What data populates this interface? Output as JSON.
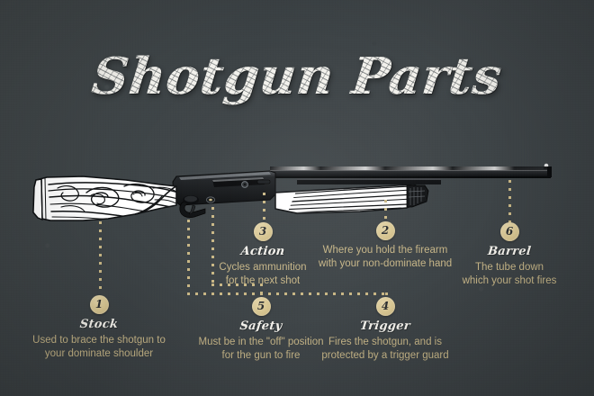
{
  "meta": {
    "background_color": "#3d4347",
    "accent_color": "#c8b684",
    "title_color": "#f2f1ec",
    "description_color": "#c6b587",
    "badge_color": "#d6c48f"
  },
  "header": {
    "title": "Shotgun Parts"
  },
  "illustration": {
    "name": "semi-automatic-shotgun",
    "wood_color": "#ffffff",
    "metal_color": "#17191b",
    "outline_color": "#111315"
  },
  "callouts": [
    {
      "number": "1",
      "title": "Stock",
      "description": "Used to brace the shotgun to\nyour dominate shoulder"
    },
    {
      "number": "2",
      "title": "",
      "description": "Where you hold the firearm\nwith your non-dominate hand"
    },
    {
      "number": "3",
      "title": "Action",
      "description": "Cycles ammunition\nfor the next shot"
    },
    {
      "number": "4",
      "title": "Trigger",
      "description": "Fires the shotgun, and is\nprotected by a trigger guard"
    },
    {
      "number": "5",
      "title": "Safety",
      "description": "Must be in the \"off\" position\nfor the gun to fire"
    },
    {
      "number": "6",
      "title": "Barrel",
      "description": "The tube down\nwhich your shot fires"
    }
  ]
}
